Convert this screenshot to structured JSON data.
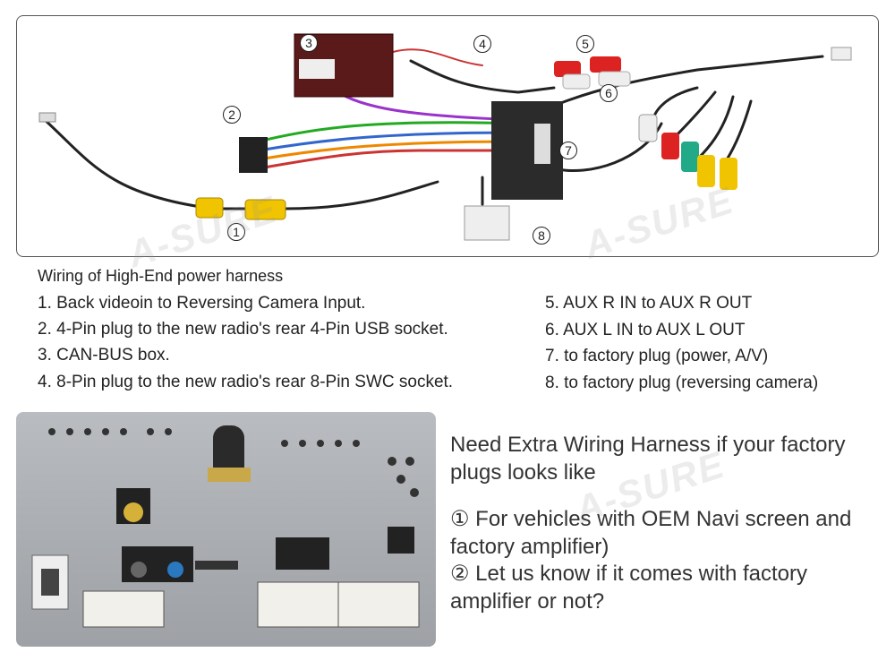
{
  "diagram": {
    "callouts": [
      "1",
      "2",
      "3",
      "4",
      "5",
      "6",
      "7",
      "8"
    ]
  },
  "watermark": "A-SURE",
  "wiring": {
    "title": "Wiring of High-End power harness",
    "left_items": [
      "1. Back videoin to Reversing Camera Input.",
      "2. 4-Pin plug to the new radio's rear 4-Pin USB socket.",
      "3. CAN-BUS box.",
      "4. 8-Pin plug to the new radio's rear 8-Pin SWC socket."
    ],
    "right_items": [
      "5. AUX R IN to AUX R OUT",
      "6. AUX L IN to AUX L OUT",
      "7. to factory plug (power, A/V)",
      "8. to factory plug (reversing camera)"
    ]
  },
  "extra": {
    "heading_line1": "Need Extra Wiring Harness if your factory",
    "heading_line2": "plugs looks like",
    "note1_line1": "① For vehicles with OEM Navi screen and",
    "note1_line2": "factory amplifier)",
    "note2_line1": "② Let us know if it comes with factory",
    "note2_line2": "amplifier or not?"
  }
}
